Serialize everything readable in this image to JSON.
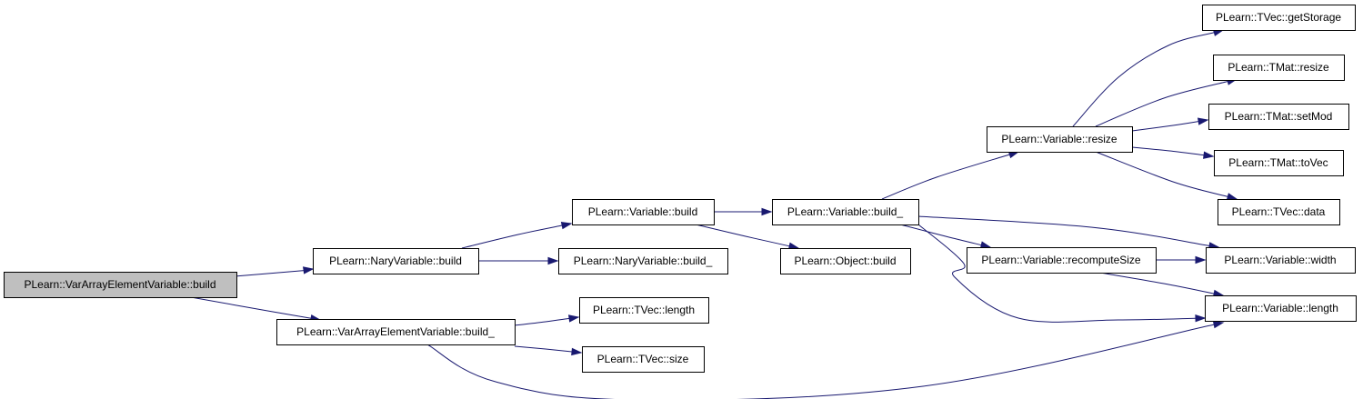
{
  "colors": {
    "edge": "#191970",
    "root_fill": "#bfbfbf",
    "node_fill": "#ffffff",
    "border": "#000000"
  },
  "nodes": [
    {
      "id": "n0",
      "label": "PLearn::VarArrayElementVariable::build"
    },
    {
      "id": "n1",
      "label": "PLearn::NaryVariable::build"
    },
    {
      "id": "n2",
      "label": "PLearn::VarArrayElementVariable::build_"
    },
    {
      "id": "n3",
      "label": "PLearn::Variable::build"
    },
    {
      "id": "n4",
      "label": "PLearn::NaryVariable::build_"
    },
    {
      "id": "n5",
      "label": "PLearn::TVec::length"
    },
    {
      "id": "n6",
      "label": "PLearn::TVec::size"
    },
    {
      "id": "n7",
      "label": "PLearn::Variable::build_"
    },
    {
      "id": "n8",
      "label": "PLearn::Object::build"
    },
    {
      "id": "n9",
      "label": "PLearn::Variable::resize"
    },
    {
      "id": "n10",
      "label": "PLearn::Variable::recomputeSize"
    },
    {
      "id": "n11",
      "label": "PLearn::TVec::getStorage"
    },
    {
      "id": "n12",
      "label": "PLearn::TMat::resize"
    },
    {
      "id": "n13",
      "label": "PLearn::TMat::setMod"
    },
    {
      "id": "n14",
      "label": "PLearn::TMat::toVec"
    },
    {
      "id": "n15",
      "label": "PLearn::TVec::data"
    },
    {
      "id": "n16",
      "label": "PLearn::Variable::width"
    },
    {
      "id": "n17",
      "label": "PLearn::Variable::length"
    }
  ],
  "edges": [
    {
      "from": "n0",
      "to": "n1"
    },
    {
      "from": "n0",
      "to": "n2"
    },
    {
      "from": "n1",
      "to": "n3"
    },
    {
      "from": "n1",
      "to": "n4"
    },
    {
      "from": "n2",
      "to": "n5"
    },
    {
      "from": "n2",
      "to": "n6"
    },
    {
      "from": "n2",
      "to": "n17"
    },
    {
      "from": "n3",
      "to": "n7"
    },
    {
      "from": "n3",
      "to": "n8"
    },
    {
      "from": "n7",
      "to": "n9"
    },
    {
      "from": "n7",
      "to": "n10"
    },
    {
      "from": "n7",
      "to": "n16"
    },
    {
      "from": "n7",
      "to": "n17"
    },
    {
      "from": "n9",
      "to": "n11"
    },
    {
      "from": "n9",
      "to": "n12"
    },
    {
      "from": "n9",
      "to": "n13"
    },
    {
      "from": "n9",
      "to": "n14"
    },
    {
      "from": "n9",
      "to": "n15"
    },
    {
      "from": "n10",
      "to": "n16"
    },
    {
      "from": "n10",
      "to": "n17"
    }
  ]
}
